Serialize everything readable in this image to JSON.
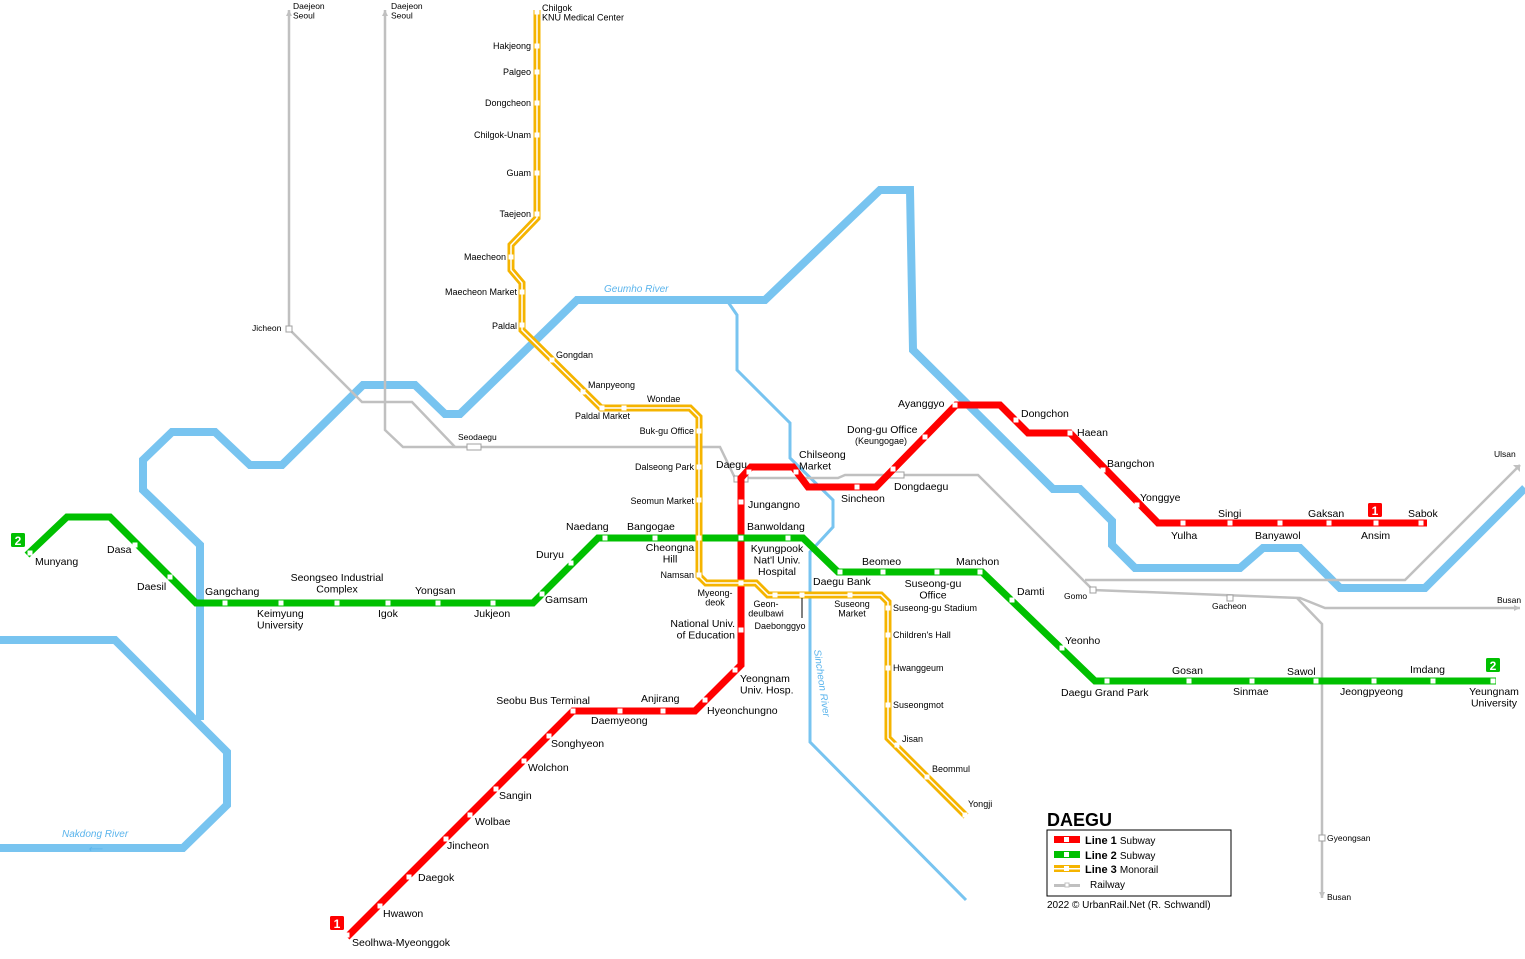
{
  "title": "DAEGU",
  "credit": "2022 © UrbanRail.Net (R. Schwandl)",
  "colors": {
    "line1": "#ff0000",
    "line2": "#00c000",
    "line3": "#f5b400",
    "railway": "#c0c0c0",
    "river": "#78c4f0"
  },
  "legend": [
    {
      "line": "Line 1",
      "type": "Subway"
    },
    {
      "line": "Line 2",
      "type": "Subway"
    },
    {
      "line": "Line 3",
      "type": "Monorail"
    },
    {
      "line": "",
      "type": "Railway"
    }
  ],
  "badges": {
    "line1": "1",
    "line2": "2"
  },
  "rivers": {
    "geumho": "Geumho River",
    "nakdong": "Nakdong River",
    "nakdong_arrow": "⟵",
    "sincheon": "Sincheon River"
  },
  "stations": {
    "line1": [
      "Seolhwa-Myeonggok",
      "Hwawon",
      "Daegok",
      "Jincheon",
      "Wolbae",
      "Sangin",
      "Wolchon",
      "Songhyeon",
      "Seobu Bus Terminal",
      "Daemyeong",
      "Anjirang",
      "Hyeonchungno",
      "Yeongnam\nUniv. Hosp.",
      "National Univ.\nof Education",
      "Jungangno",
      "Banwoldang",
      "Daegu",
      "Chilseong\nMarket",
      "Sincheon",
      "Dongdaegu",
      "Dong-gu Office",
      "(Keungogae)",
      "Ayanggyo",
      "Dongchon",
      "Haean",
      "Bangchon",
      "Yonggye",
      "Yulha",
      "Singi",
      "Banyawol",
      "Gaksan",
      "Ansim",
      "Sabok"
    ],
    "line2": [
      "Munyang",
      "Dasa",
      "Daesil",
      "Gangchang",
      "Keimyung\nUniversity",
      "Seongseo Industrial\nComplex",
      "Igok",
      "Yongsan",
      "Jukjeon",
      "Gamsam",
      "Duryu",
      "Naedang",
      "Bangogae",
      "Cheongna\nHill",
      "Kyungpook\nNat'l Univ.\nHospital",
      "Daegu Bank",
      "Beomeo",
      "Suseong-gu\nOffice",
      "Manchon",
      "Damti",
      "Yeonho",
      "Daegu Grand Park",
      "Gosan",
      "Sinmae",
      "Sawol",
      "Jeongpyeong",
      "Imdang",
      "Yeungnam\nUniversity"
    ],
    "line3": [
      "Chilgok\nKNU Medical Center",
      "Hakjeong",
      "Palgeo",
      "Dongcheon",
      "Chilgok-Unam",
      "Guam",
      "Taejeon",
      "Maecheon",
      "Maecheon Market",
      "Paldal",
      "Gongdan",
      "Manpyeong",
      "Paldal Market",
      "Wondae",
      "Buk-gu Office",
      "Dalseong Park",
      "Seomun Market",
      "Namsan",
      "Myeong-\ndeok",
      "Geon-\ndeulbawi",
      "Daebonggyo",
      "Suseong\nMarket",
      "Suseong-gu Stadium",
      "Children's Hall",
      "Hwanggeum",
      "Suseongmot",
      "Jisan",
      "Beommul",
      "Yongji"
    ],
    "railway": [
      "Daejeon\nSeoul",
      "Daejeon\nSeoul",
      "Jicheon",
      "Seodaegu",
      "Gomo",
      "Gacheon",
      "Gyeongsan",
      "Busan",
      "Ulsan",
      "Busan"
    ]
  }
}
